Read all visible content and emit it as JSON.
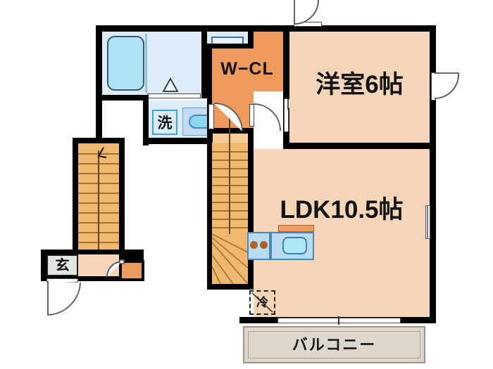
{
  "plan": {
    "type": "japanese-apartment-floorplan",
    "layout_code": "1LDK",
    "rooms": [
      {
        "key": "bedroom",
        "label": "洋室6帖",
        "size_jo": 6,
        "kind": "western-room"
      },
      {
        "key": "ldk",
        "label": "LDK10.5帖",
        "size_jo": 10.5,
        "kind": "living-dining-kitchen"
      },
      {
        "key": "closet",
        "label": "W−CL",
        "kind": "walk-in-closet"
      },
      {
        "key": "washer",
        "label": "洗",
        "kind": "washing-machine-space"
      },
      {
        "key": "genkan",
        "label": "玄",
        "kind": "entrance"
      },
      {
        "key": "fridge",
        "label": "冷",
        "kind": "refrigerator-space"
      },
      {
        "key": "balcony",
        "label": "バルコニー",
        "kind": "balcony"
      }
    ],
    "colors": {
      "wall": "#000000",
      "floor_room": "#f4d5b7",
      "floor_hall": "#f6cc96",
      "closet": "#ed9a5c",
      "stairs": "#f0b86e",
      "wet_area": "#dcecfb",
      "tub": "#aee3f5",
      "balcony": "#ddd6cc",
      "genkan": "#e3e3e3"
    },
    "fixtures": [
      {
        "name": "bathtub",
        "count": 1
      },
      {
        "name": "unit-bath",
        "count": 1
      },
      {
        "name": "toilet",
        "count": 1
      },
      {
        "name": "wash-basin",
        "count": 1
      },
      {
        "name": "washing-machine",
        "count": 1
      },
      {
        "name": "kitchen-sink",
        "count": 1
      },
      {
        "name": "gas-burner",
        "count": 2
      },
      {
        "name": "range-hood",
        "count": 1
      },
      {
        "name": "refrigerator-space",
        "count": 1
      },
      {
        "name": "interior-staircase",
        "count": 1
      },
      {
        "name": "exterior-staircase",
        "count": 1
      }
    ]
  }
}
